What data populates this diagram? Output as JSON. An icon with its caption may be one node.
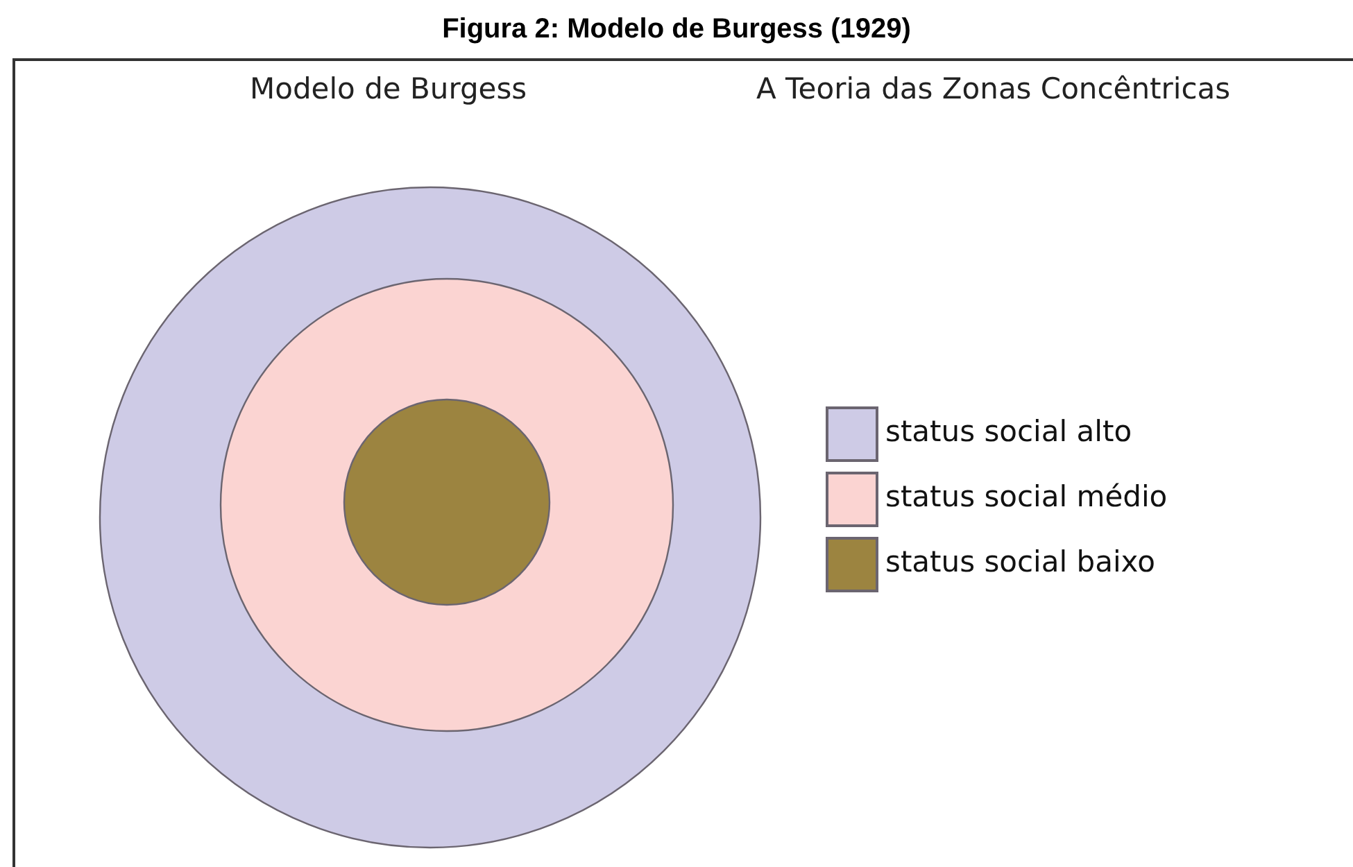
{
  "diagram": {
    "title": "Figura 2:  Modelo de Burgess (1929)",
    "labels": [
      "Modelo de Burgess",
      "A Teoria das Zonas Concêntricas"
    ],
    "legend": [
      {
        "text": "status social alto",
        "color": "#cecbe6"
      },
      {
        "text": "status social médio",
        "color": "#fbd4d2"
      },
      {
        "text": "status social baixo",
        "color": "#9c8440"
      }
    ]
  }
}
